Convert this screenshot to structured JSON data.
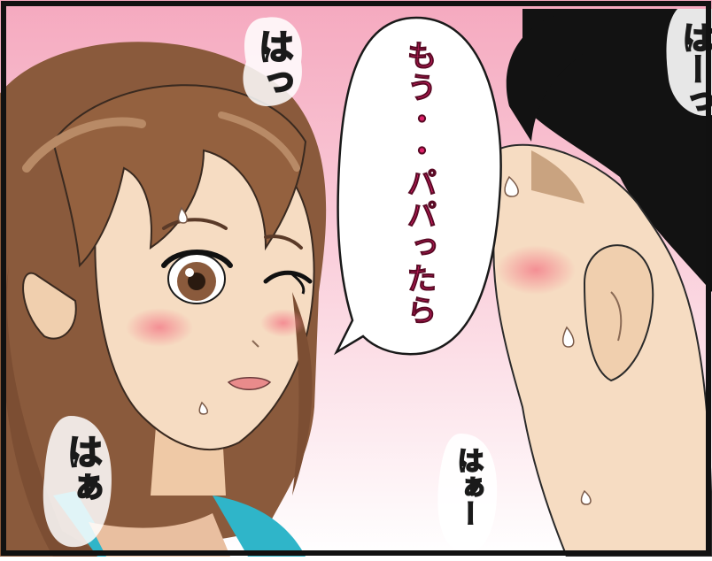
{
  "panel": {
    "speech_bubble_text": "もう・・パパったら",
    "sfx_woman_top": "はっ",
    "sfx_woman_bottom": "はぁ",
    "sfx_man_top": "はーっ",
    "sfx_man_bottom": "はぁー"
  },
  "colors": {
    "background_pink": "#f7b8c9",
    "background_white": "#ffffff",
    "hair_brown": "#8a5a3c",
    "hair_black": "#121212",
    "skin": "#f6dcc2",
    "text_magenta": "#e0206a",
    "swimsuit_teal": "#2fb5c9"
  }
}
